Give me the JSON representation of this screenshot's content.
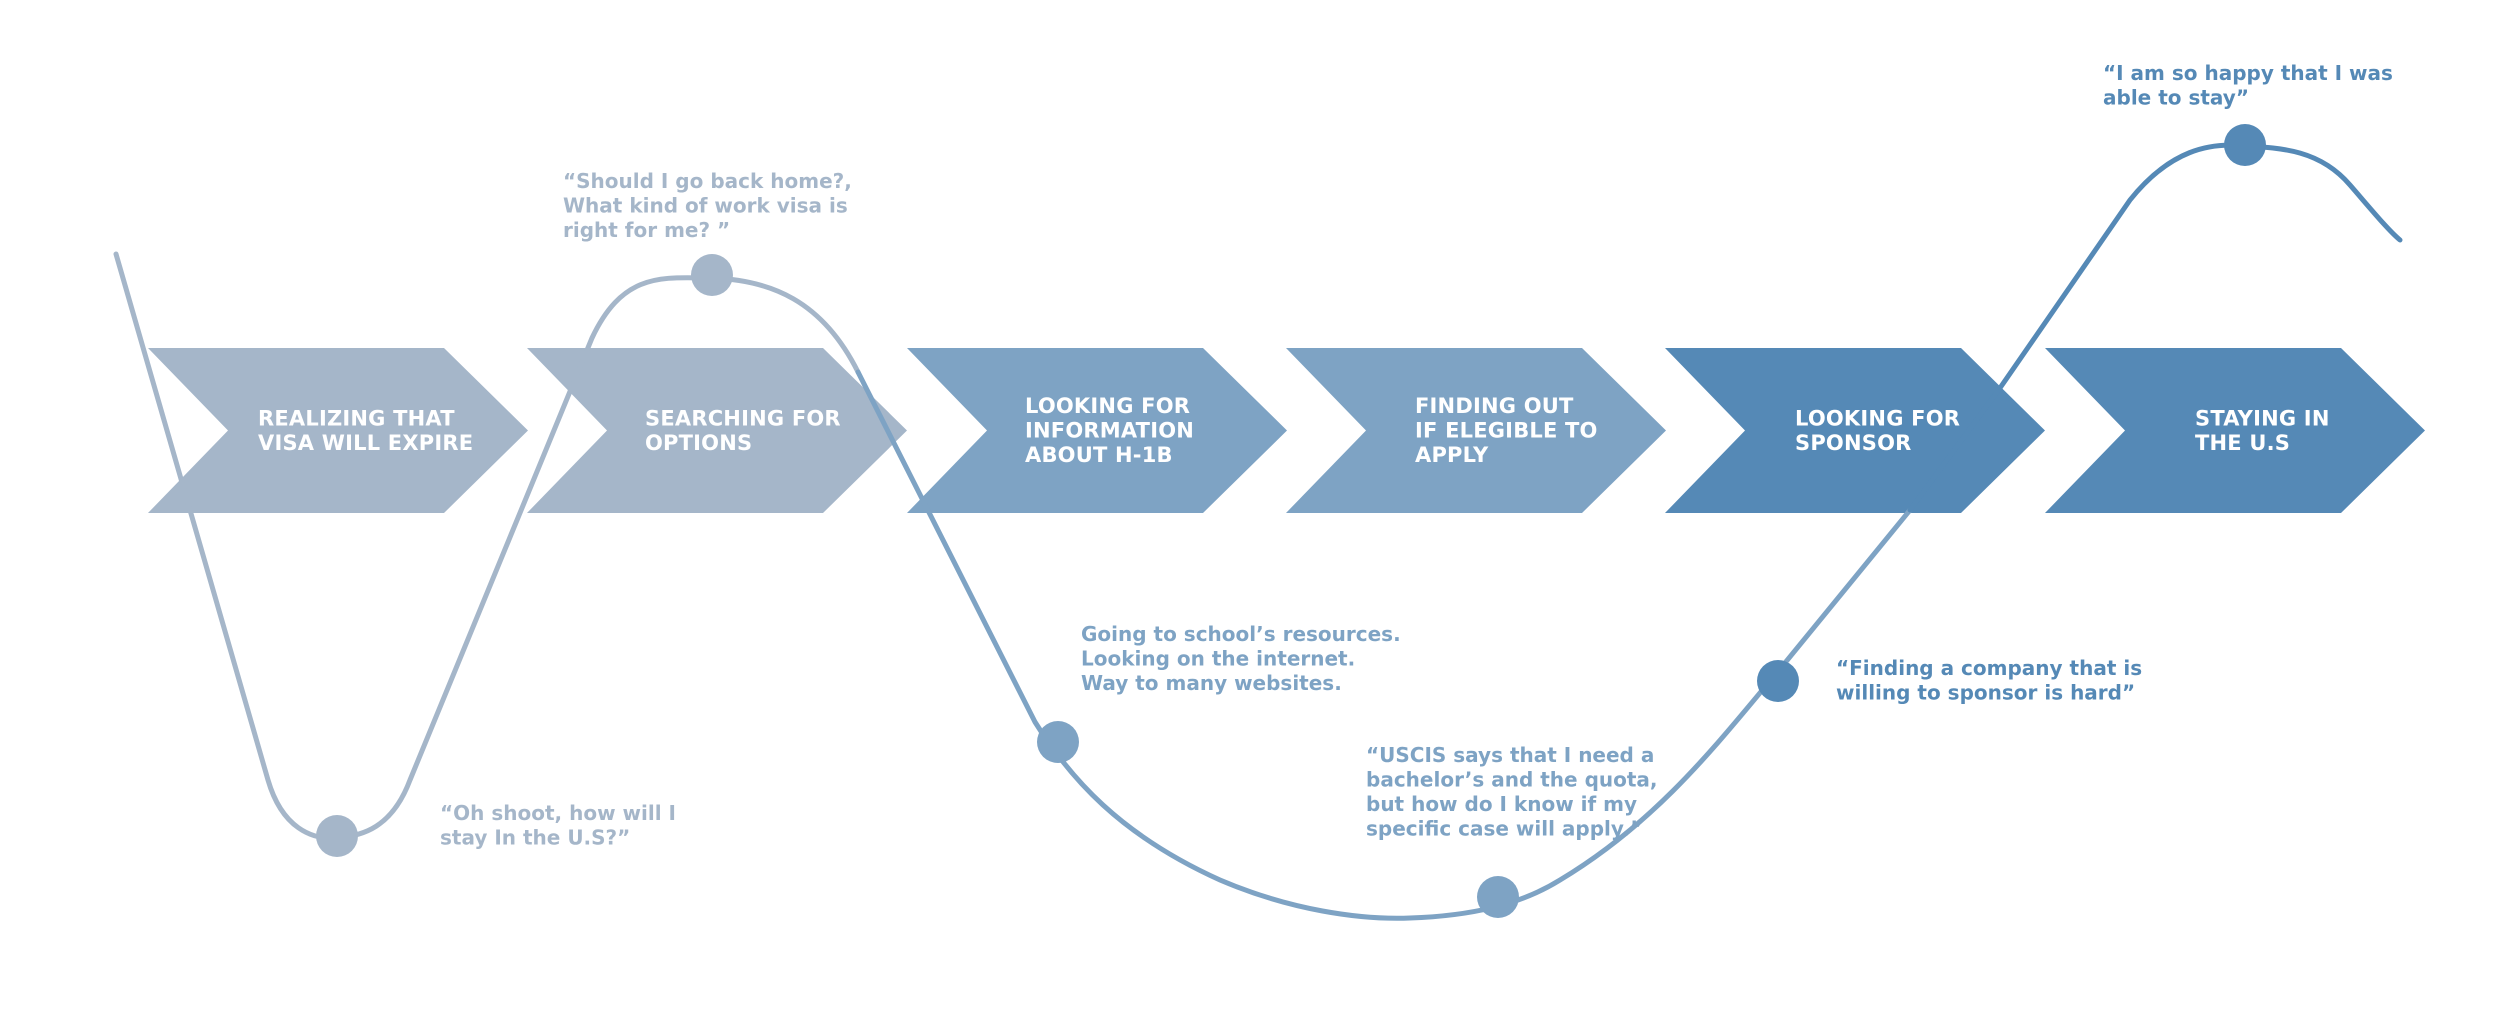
{
  "colors": {
    "stage_light": "#a5b6c9",
    "stage_mid": "#7ea3c4",
    "stage_dark": "#5589b6",
    "curve_light": "#a5b6c9",
    "curve_mid": "#7ea3c4",
    "curve_dark": "#5589b6",
    "text_light": "#a5b6c9",
    "text_mid": "#7ea3c4",
    "text_dark": "#5589b6"
  },
  "stages": [
    {
      "lines": [
        "REALIZING THAT",
        "VISA WILL EXPIRE"
      ],
      "tone": "light"
    },
    {
      "lines": [
        "SEARCHING FOR",
        "OPTIONS"
      ],
      "tone": "light"
    },
    {
      "lines": [
        "LOOKING FOR",
        "INFORMATION",
        "ABOUT H-1B"
      ],
      "tone": "mid"
    },
    {
      "lines": [
        "FINDING OUT",
        "IF ELEGIBLE TO",
        "APPLY"
      ],
      "tone": "mid"
    },
    {
      "lines": [
        "LOOKING FOR",
        "SPONSOR"
      ],
      "tone": "dark"
    },
    {
      "lines": [
        "STAYING IN",
        "THE U.S"
      ],
      "tone": "dark"
    }
  ],
  "moments": [
    {
      "lines": [
        "“Oh shoot, how will I",
        "stay In the U.S?”"
      ],
      "tone": "light"
    },
    {
      "lines": [
        "“Should I go back home?,",
        "What kind of work visa is",
        "right for me? ”"
      ],
      "tone": "light"
    },
    {
      "lines": [
        "Going to school’s resources.",
        "Looking on the internet.",
        "Way to many websites."
      ],
      "tone": "mid"
    },
    {
      "lines": [
        "“USCIS says that I need a",
        "bachelor’s and the quota,",
        "but how do I know if my",
        "specific case will apply.”"
      ],
      "tone": "mid"
    },
    {
      "lines": [
        "“Finding a company that is",
        "willing to sponsor is hard”"
      ],
      "tone": "dark"
    },
    {
      "lines": [
        "“I am so happy that I was",
        "able to stay”"
      ],
      "tone": "dark"
    }
  ]
}
